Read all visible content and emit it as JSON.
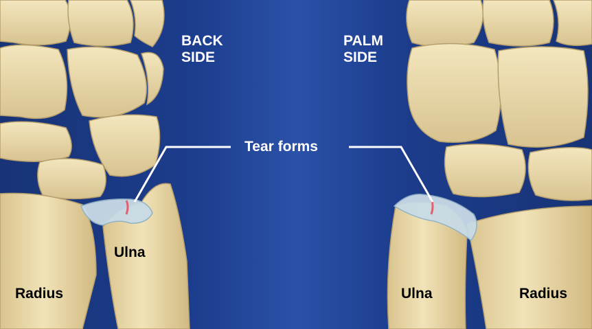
{
  "labels": {
    "back_side_line1": "BACK",
    "back_side_line2": "SIDE",
    "palm_side_line1": "PALM",
    "palm_side_line2": "SIDE",
    "tear_forms": "Tear forms",
    "ulna_back": "Ulna",
    "radius_back": "Radius",
    "ulna_palm": "Ulna",
    "radius_palm": "Radius"
  },
  "colors": {
    "background": "#1f3f8f",
    "bone": "#ecdcae",
    "bone_shadow": "#c9b27c",
    "cartilage": "#c9dbe6",
    "tear_highlight": "#e06070",
    "label_light": "#ffffff",
    "label_dark": "#000000"
  }
}
